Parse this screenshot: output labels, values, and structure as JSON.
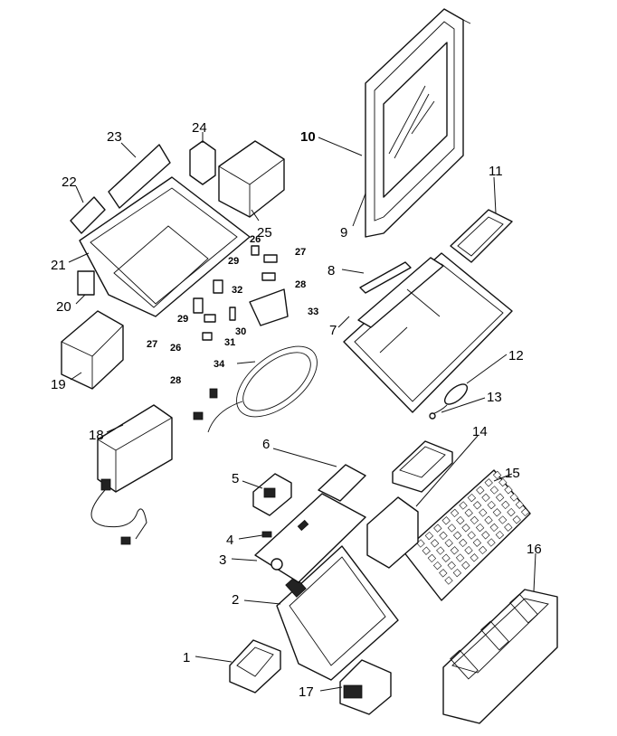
{
  "callouts": [
    {
      "id": "1",
      "text": "1"
    },
    {
      "id": "2",
      "text": "2"
    },
    {
      "id": "3",
      "text": "3"
    },
    {
      "id": "4",
      "text": "4"
    },
    {
      "id": "5",
      "text": "5"
    },
    {
      "id": "6",
      "text": "6"
    },
    {
      "id": "7",
      "text": "7"
    },
    {
      "id": "8",
      "text": "8"
    },
    {
      "id": "9",
      "text": "9"
    },
    {
      "id": "10",
      "text": "10"
    },
    {
      "id": "11",
      "text": "11"
    },
    {
      "id": "12",
      "text": "12"
    },
    {
      "id": "13",
      "text": "13"
    },
    {
      "id": "14",
      "text": "14"
    },
    {
      "id": "15",
      "text": "15"
    },
    {
      "id": "16",
      "text": "16"
    },
    {
      "id": "17",
      "text": "17"
    },
    {
      "id": "18",
      "text": "18"
    },
    {
      "id": "19",
      "text": "19"
    },
    {
      "id": "20",
      "text": "20"
    },
    {
      "id": "21",
      "text": "21"
    },
    {
      "id": "22",
      "text": "22"
    },
    {
      "id": "23",
      "text": "23"
    },
    {
      "id": "24",
      "text": "24"
    },
    {
      "id": "25",
      "text": "25"
    },
    {
      "id": "26a",
      "text": "26"
    },
    {
      "id": "27a",
      "text": "27"
    },
    {
      "id": "28a",
      "text": "28"
    },
    {
      "id": "29a",
      "text": "29"
    },
    {
      "id": "26b",
      "text": "26"
    },
    {
      "id": "27b",
      "text": "27"
    },
    {
      "id": "28b",
      "text": "28"
    },
    {
      "id": "29b",
      "text": "29"
    },
    {
      "id": "30",
      "text": "30"
    },
    {
      "id": "31",
      "text": "31"
    },
    {
      "id": "32",
      "text": "32"
    },
    {
      "id": "33",
      "text": "33"
    },
    {
      "id": "34",
      "text": "34"
    }
  ]
}
